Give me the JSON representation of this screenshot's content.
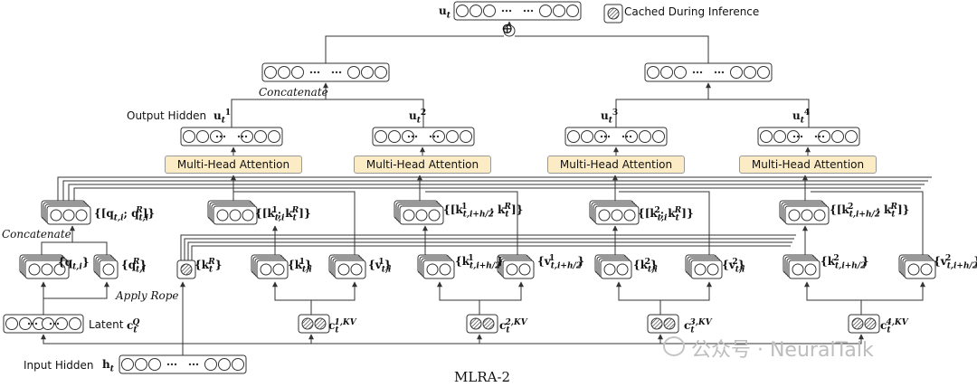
{
  "top_output": {
    "var": "u",
    "sub": "t"
  },
  "legend": {
    "text": "Cached During Inference"
  },
  "sum_symbol": "⊕",
  "concatenate_top": "Concatenate",
  "output_hidden_label": "Output Hidden",
  "outputs": [
    {
      "var": "u",
      "sub": "t",
      "sup": "1"
    },
    {
      "var": "u",
      "sub": "t",
      "sup": "2"
    },
    {
      "var": "u",
      "sub": "t",
      "sup": "3"
    },
    {
      "var": "u",
      "sub": "t",
      "sup": "4"
    }
  ],
  "mha_label": "Multi-Head Attention",
  "queries": "{[q t,i ; q R t,i ]}",
  "keys_concat": [
    "{[k 1 t,i ; k R t ]}",
    "{[k 1 t,i+h/2 ; k R t ]}",
    "{[k 2 t,i ; k R t ]}",
    "{[k 2 t,i+h/2 ; k R t ]}"
  ],
  "concatenate_left": "Concatenate",
  "q_content": "{q t,i }",
  "q_rope": "{q R t,i }",
  "k_rope": "{k R t }",
  "apply_rope": "Apply Rope",
  "kv_items": [
    {
      "label": "{k 1 t,i }"
    },
    {
      "label": "{v 1 t,i }"
    },
    {
      "label": "{k 1 t,i+h/2 }"
    },
    {
      "label": "{v 1 t,i+h/2 }"
    },
    {
      "label": "{k 2 t,i }"
    },
    {
      "label": "{v 2 t,i }"
    },
    {
      "label": "{k 2 t,i+h/2 }"
    },
    {
      "label": "{v 2 t,i+h/2 }"
    }
  ],
  "latent_label": "Latent",
  "latent_var": {
    "var": "c",
    "sub": "t",
    "sup": "Q"
  },
  "latent_kv": [
    {
      "var": "c",
      "sub": "t",
      "sup": "1,KV"
    },
    {
      "var": "c",
      "sub": "t",
      "sup": "2,KV"
    },
    {
      "var": "c",
      "sub": "t",
      "sup": "3,KV"
    },
    {
      "var": "c",
      "sub": "t",
      "sup": "4,KV"
    }
  ],
  "input_hidden_label": "Input Hidden",
  "input_var": {
    "var": "h",
    "sub": "t"
  },
  "caption": "MLRA-2",
  "watermark": "公众号 · NeuralTalk",
  "colors": {
    "mha_fill": "#fbecc5",
    "line": "#333333",
    "hatch": "#555555"
  }
}
